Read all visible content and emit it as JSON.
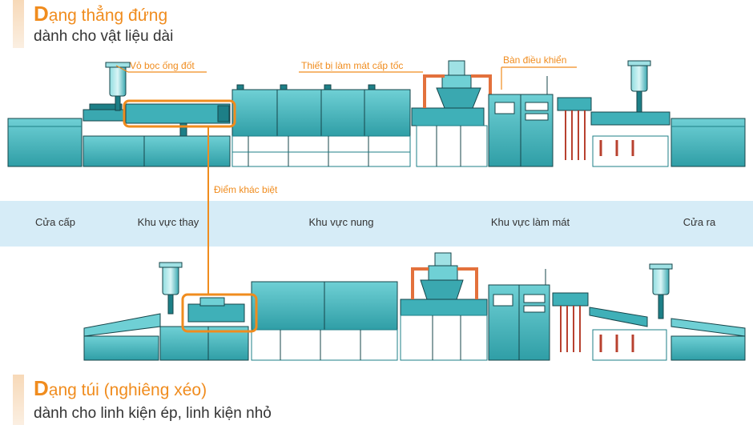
{
  "top_heading": {
    "initial": "D",
    "title_rest": "ạng thẳng đứng",
    "subtitle": "dành cho vật liệu dài"
  },
  "bottom_heading": {
    "initial": "D",
    "title_rest": "ạng túi (nghiêng xéo)",
    "subtitle": "dành cho linh kiện ép, linh kiện nhỏ"
  },
  "callouts": {
    "burner_cover": "Vỏ bọc ống đốt",
    "rapid_cooling": "Thiết bị làm mát cấp tốc",
    "control_panel": "Bàn điều khiển",
    "difference": "Điểm khác biệt"
  },
  "zones": [
    "Cửa cấp",
    "Khu vực thay",
    "Khu vực nung",
    "Khu vực làm mát",
    "Cửa ra"
  ],
  "colors": {
    "accent": "#f08c1e",
    "machine_fill": "#46b9c0",
    "machine_dark": "#1d7f87",
    "zone_band": "#d6ecf7",
    "pipe_orange": "#e3713c"
  }
}
